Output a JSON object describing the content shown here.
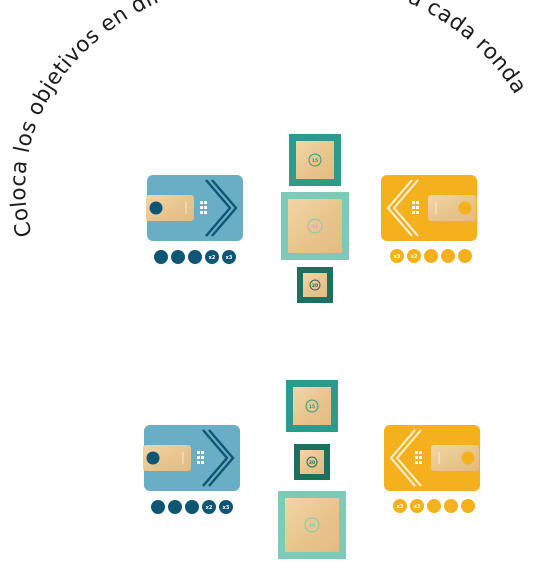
{
  "title": "Coloca los objetivos en diferentes posiciones para cada ronda",
  "colors": {
    "blue": "#6aaec5",
    "blue_dark": "#0e5674",
    "yellow": "#f5b01d",
    "teal": "#2e9a8c",
    "teal_dark": "#1d6f60",
    "mint": "#7dcab9",
    "wood": "#eccc98"
  },
  "setups": [
    {
      "blue_tokens": [
        "",
        "",
        "",
        "x2",
        "x3"
      ],
      "yellow_tokens": [
        "x3",
        "x2",
        "",
        "",
        ""
      ],
      "targets": [
        "small-teal",
        "large-mint",
        "tiny-dark"
      ]
    },
    {
      "blue_tokens": [
        "",
        "",
        "",
        "x2",
        "x3"
      ],
      "yellow_tokens": [
        "x3",
        "x2",
        "",
        "",
        ""
      ],
      "targets": [
        "small-teal",
        "tiny-dark",
        "large-mint"
      ]
    }
  ]
}
